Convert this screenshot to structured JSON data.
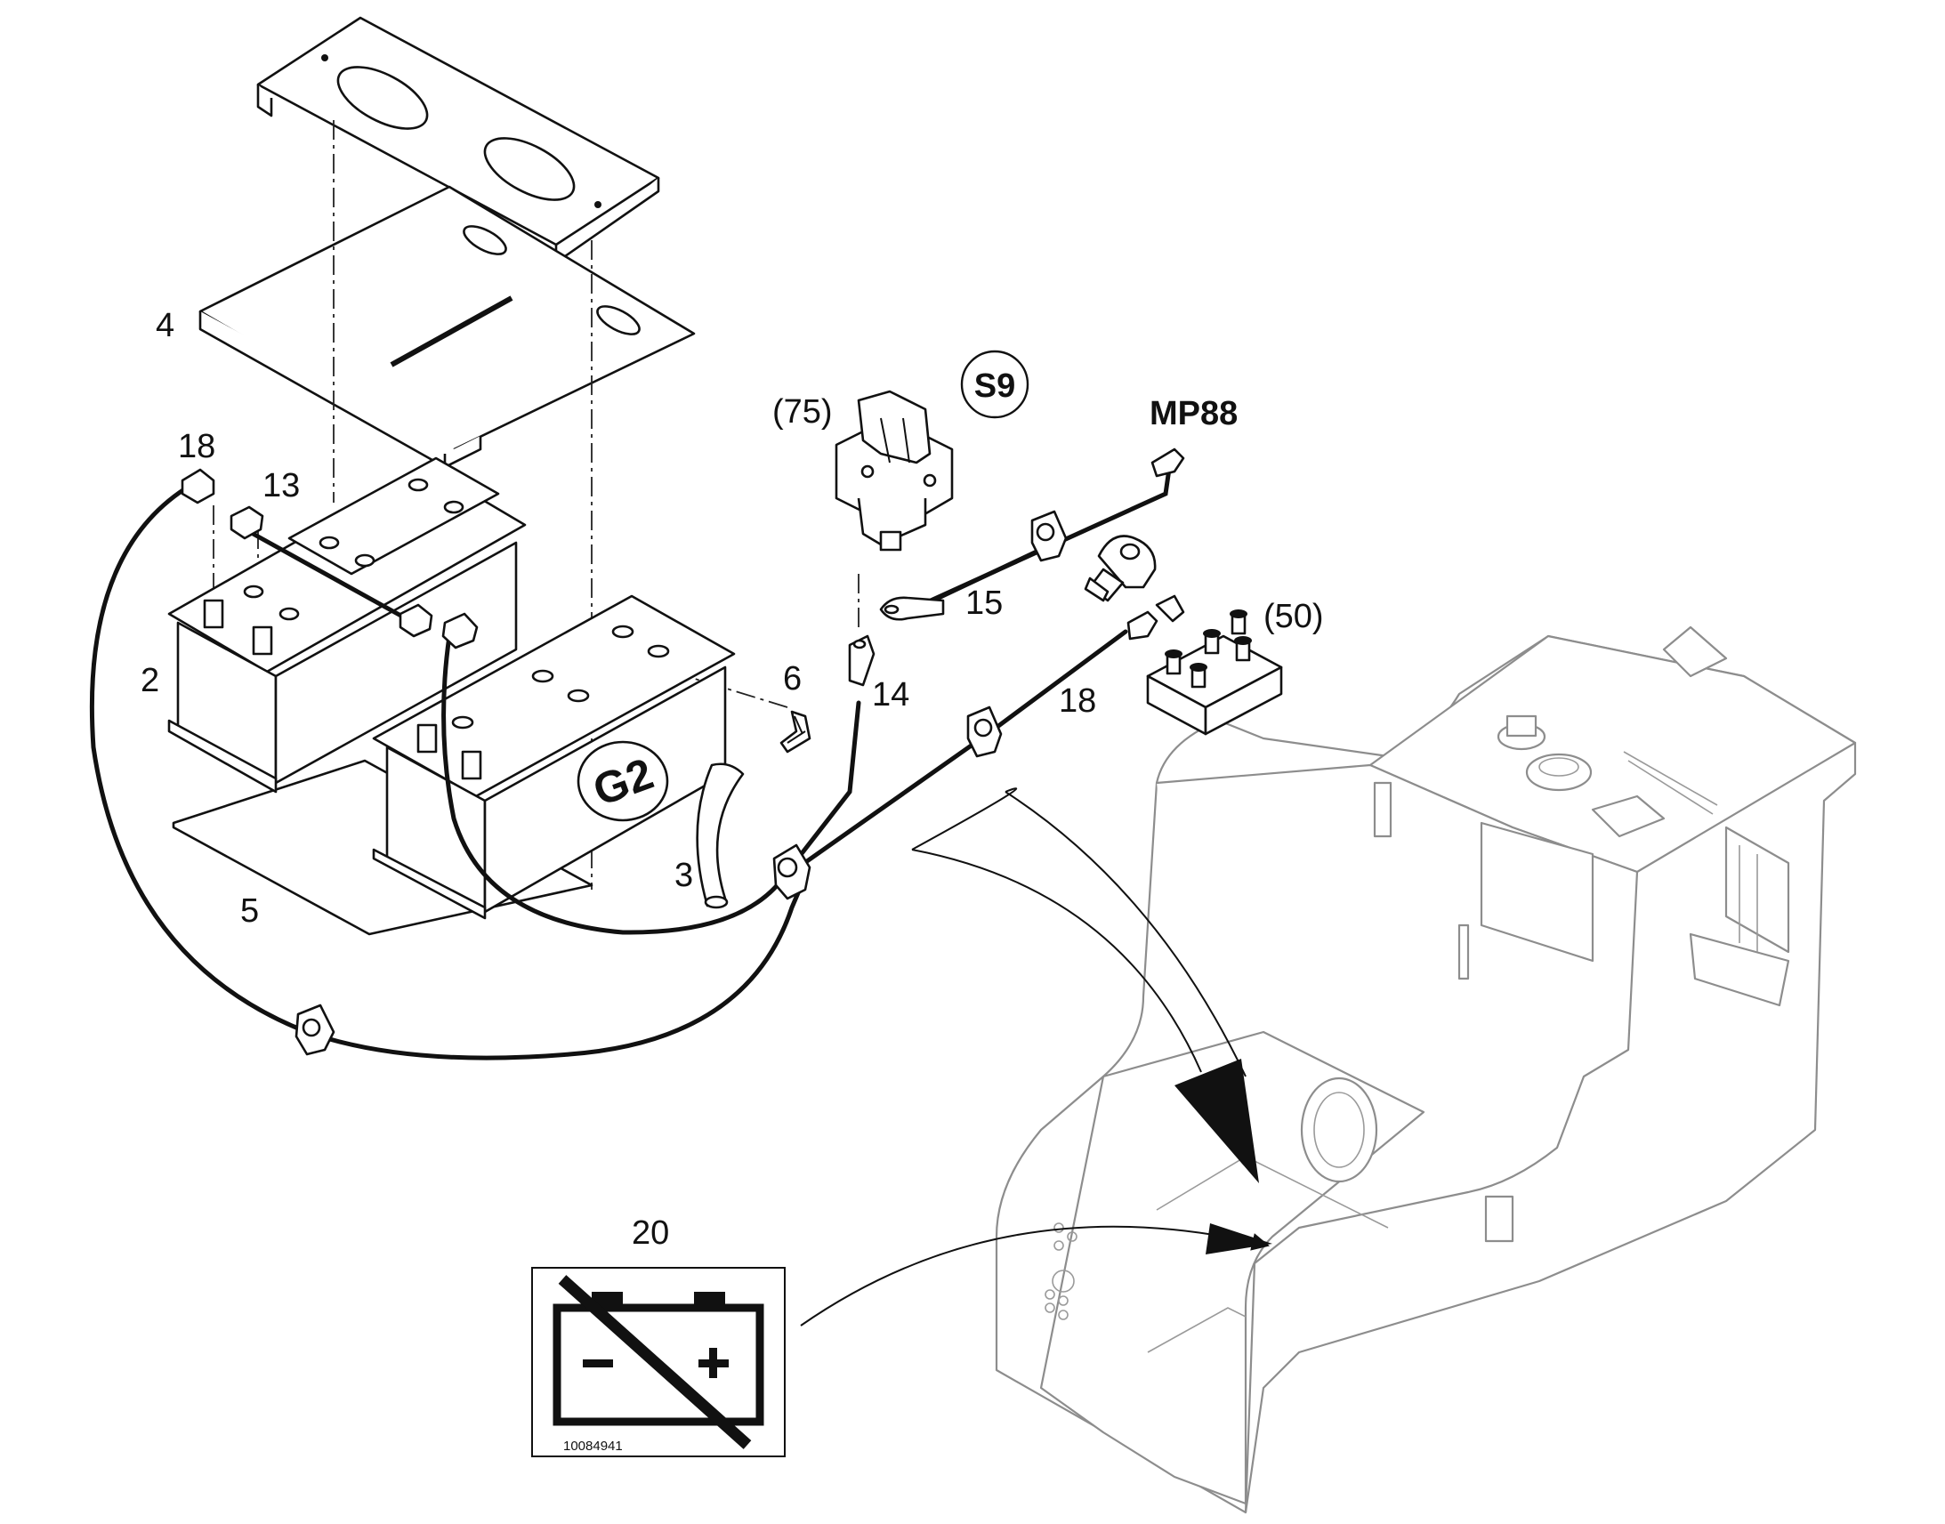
{
  "callouts": {
    "cover_plate": "4",
    "battery": "2",
    "base_plate": "5",
    "terminal_clamp_left": "18",
    "battery_bridge": "13",
    "hose": "3",
    "hose_elbow": "6",
    "ground_cable": "14",
    "switch_cable": "15",
    "starter_cable": "18",
    "warning_sticker": "20",
    "disconnect_switch_ref": "(75)",
    "relay_ref": "(50)",
    "measuring_point": "MP88",
    "switch_symbol": "S9",
    "battery_symbol": "G2"
  },
  "sticker": {
    "part_number": "10084941",
    "minus": "−",
    "plus": "+"
  }
}
